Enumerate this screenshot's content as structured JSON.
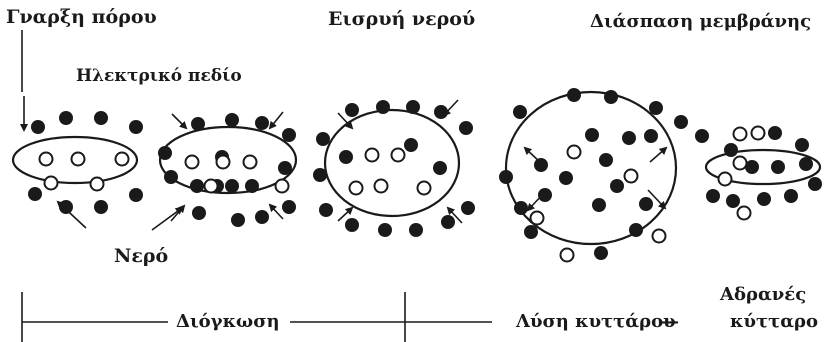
{
  "labels": {
    "pore_initiation": "Γναρξη πόρου",
    "electric_field": "Ηλεκτρικό πεδίο",
    "water_influx": "Εισρυή νερού",
    "membrane_breakdown": "Διάσπαση μεμβράνης",
    "water": "Νερό",
    "swelling": "Διόγκωση",
    "cell_lysis": "Λύση κυττάρου",
    "inactive": "Αδρανές",
    "cell": "κύτταρο",
    "dash": "—"
  },
  "colors": {
    "ink": "#1a1a1a",
    "background": "#ffffff"
  }
}
